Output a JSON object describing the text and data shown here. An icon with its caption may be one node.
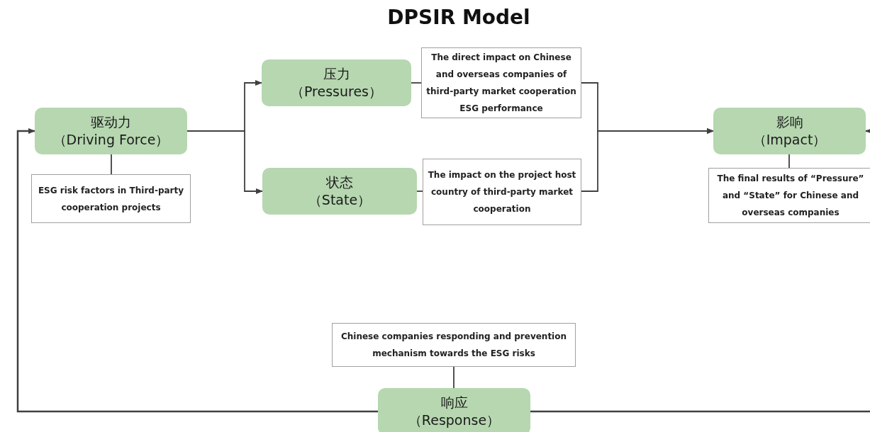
{
  "diagram": {
    "title": "DPSIR Model",
    "nodes": [
      {
        "text": [
          "驱动力",
          "（Driving Force）"
        ]
      },
      {
        "text": [
          "ESG risk factors in Third-party cooperation projects"
        ]
      },
      {
        "text": [
          "压力",
          "（Pressures）"
        ]
      },
      {
        "text": [
          "The direct impact on Chinese and overseas companies of third-party market cooperation ESG performance"
        ]
      },
      {
        "text": [
          "状态",
          "（State）"
        ]
      },
      {
        "text": [
          "The impact on the project host country of third-party market cooperation"
        ]
      },
      {
        "text": [
          "影响",
          "（Impact）"
        ]
      },
      {
        "text": [
          "The final results of “Pressure” and “State” for Chinese and overseas companies"
        ]
      },
      {
        "text": [
          "Chinese companies responding and prevention mechanism towards the ESG risks"
        ]
      },
      {
        "text": [
          "响应",
          "（Response）"
        ]
      }
    ],
    "edges": [
      {
        "from": 0,
        "to": 1,
        "arrow": "none"
      },
      {
        "from": 0,
        "to": 2,
        "arrow": "to"
      },
      {
        "from": 0,
        "to": 4,
        "arrow": "to"
      },
      {
        "from": 2,
        "to": 3,
        "arrow": "none"
      },
      {
        "from": 4,
        "to": 5,
        "arrow": "none"
      },
      {
        "from": 3,
        "to": 6,
        "arrow": "to"
      },
      {
        "from": 5,
        "to": 6,
        "arrow": "to"
      },
      {
        "from": 6,
        "to": 7,
        "arrow": "none"
      },
      {
        "from": 9,
        "to": 8,
        "arrow": "none"
      },
      {
        "from": 9,
        "to": 0,
        "arrow": "to"
      },
      {
        "from": 9,
        "to": 6,
        "arrow": "to"
      }
    ]
  }
}
